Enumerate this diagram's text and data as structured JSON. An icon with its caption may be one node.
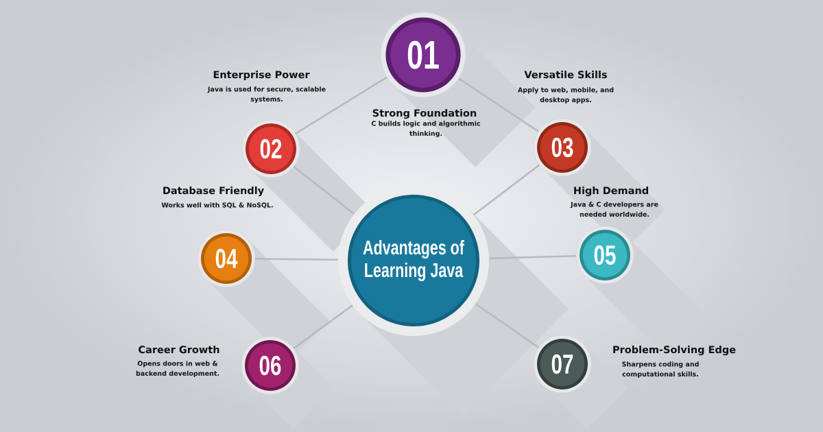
{
  "diagram": {
    "nodes": [
      {
        "text": [
          "Advantages of Learning Java"
        ]
      },
      {
        "text": [
          "01"
        ],
        "beside": [
          "Strong Foundation",
          "C builds logic and algorithmic thinking."
        ]
      },
      {
        "text": [
          "02"
        ],
        "beside": [
          "Enterprise Power",
          "Java is used for secure, scalable systems."
        ]
      },
      {
        "text": [
          "03"
        ],
        "beside": [
          "Versatile Skills",
          "Apply to web, mobile, and desktop apps."
        ]
      },
      {
        "text": [
          "04"
        ],
        "beside": [
          "Database Friendly",
          "Works well with SQL & NoSQL."
        ]
      },
      {
        "text": [
          "05"
        ],
        "beside": [
          "High Demand",
          "Java & C developers are needed worldwide."
        ]
      },
      {
        "text": [
          "06"
        ],
        "beside": [
          "Career Growth",
          "Opens doors in web & backend development."
        ]
      },
      {
        "text": [
          "07"
        ],
        "beside": [
          "Problem-Solving Edge",
          "Sharpens coding and computational skills."
        ]
      }
    ],
    "edges": [
      {
        "from": 1,
        "to": 2,
        "arrow": "none"
      },
      {
        "from": 1,
        "to": 3,
        "arrow": "none"
      },
      {
        "from": 2,
        "to": 0,
        "arrow": "none"
      },
      {
        "from": 3,
        "to": 0,
        "arrow": "none"
      },
      {
        "from": 4,
        "to": 0,
        "arrow": "none"
      },
      {
        "from": 0,
        "to": 5,
        "arrow": "none"
      },
      {
        "from": 0,
        "to": 6,
        "arrow": "none"
      },
      {
        "from": 0,
        "to": 7,
        "arrow": "none"
      }
    ]
  }
}
